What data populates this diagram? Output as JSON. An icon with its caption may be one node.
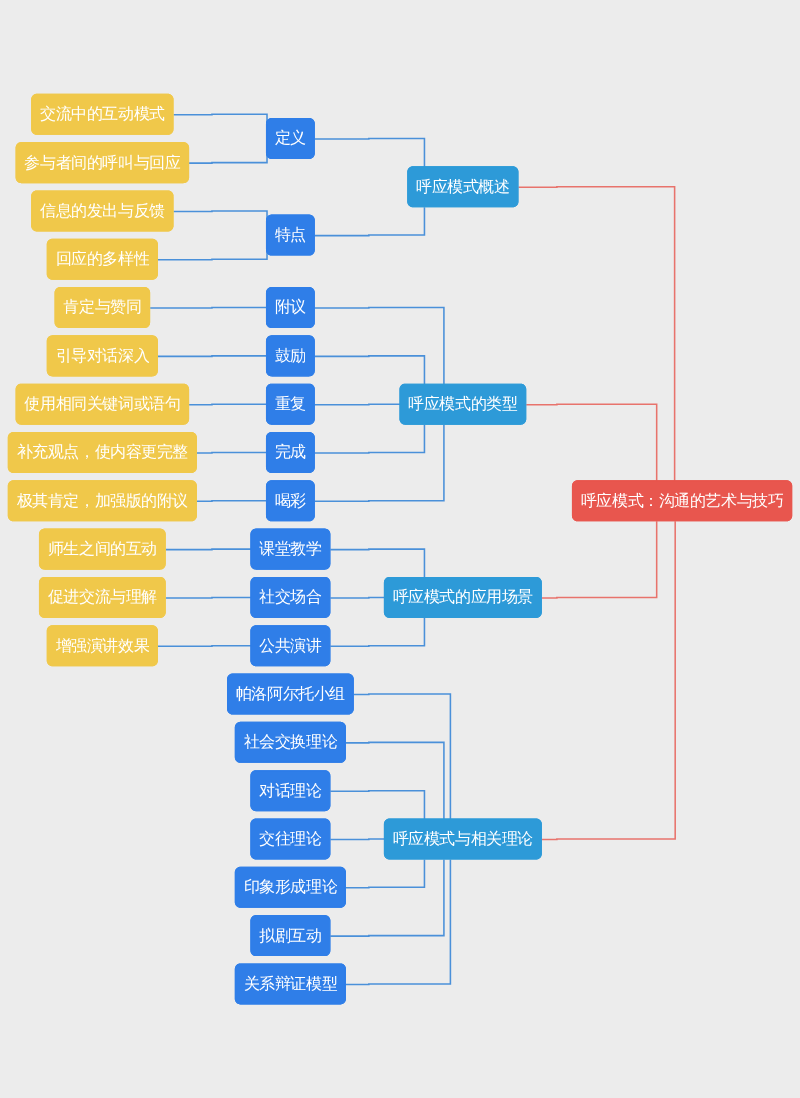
{
  "diagram": {
    "nodes": [
      {
        "text": [
          "呼应模式：沟通的艺术与技巧"
        ]
      },
      {
        "text": [
          "呼应模式概述"
        ]
      },
      {
        "text": [
          "定义"
        ]
      },
      {
        "text": [
          "交流中的互动模式"
        ]
      },
      {
        "text": [
          "参与者间的呼叫与回应"
        ]
      },
      {
        "text": [
          "特点"
        ]
      },
      {
        "text": [
          "信息的发出与反馈"
        ]
      },
      {
        "text": [
          "回应的多样性"
        ]
      },
      {
        "text": [
          "呼应模式的类型"
        ]
      },
      {
        "text": [
          "附议"
        ]
      },
      {
        "text": [
          "肯定与赞同"
        ]
      },
      {
        "text": [
          "鼓励"
        ]
      },
      {
        "text": [
          "引导对话深入"
        ]
      },
      {
        "text": [
          "重复"
        ]
      },
      {
        "text": [
          "使用相同关键词或语句"
        ]
      },
      {
        "text": [
          "完成"
        ]
      },
      {
        "text": [
          "补充观点，使内容更完整"
        ]
      },
      {
        "text": [
          "喝彩"
        ]
      },
      {
        "text": [
          "极其肯定，加强版的附议"
        ]
      },
      {
        "text": [
          "呼应模式的应用场景"
        ]
      },
      {
        "text": [
          "课堂教学"
        ]
      },
      {
        "text": [
          "师生之间的互动"
        ]
      },
      {
        "text": [
          "社交场合"
        ]
      },
      {
        "text": [
          "促进交流与理解"
        ]
      },
      {
        "text": [
          "公共演讲"
        ]
      },
      {
        "text": [
          "增强演讲效果"
        ]
      },
      {
        "text": [
          "呼应模式与相关理论"
        ]
      },
      {
        "text": [
          "帕洛阿尔托小组"
        ]
      },
      {
        "text": [
          "社会交换理论"
        ]
      },
      {
        "text": [
          "对话理论"
        ]
      },
      {
        "text": [
          "交往理论"
        ]
      },
      {
        "text": [
          "印象形成理论"
        ]
      },
      {
        "text": [
          "拟剧互动"
        ]
      },
      {
        "text": [
          "关系辩证模型"
        ]
      }
    ],
    "edges": [
      {
        "from": 0,
        "to": 1,
        "arrow": "none",
        "color": "#e8736c"
      },
      {
        "from": 1,
        "to": 2,
        "arrow": "none"
      },
      {
        "from": 2,
        "to": 3,
        "arrow": "none"
      },
      {
        "from": 2,
        "to": 4,
        "arrow": "none"
      },
      {
        "from": 1,
        "to": 5,
        "arrow": "none"
      },
      {
        "from": 5,
        "to": 6,
        "arrow": "none"
      },
      {
        "from": 5,
        "to": 7,
        "arrow": "none"
      },
      {
        "from": 0,
        "to": 8,
        "arrow": "none",
        "color": "#e8736c"
      },
      {
        "from": 8,
        "to": 9,
        "arrow": "none"
      },
      {
        "from": 9,
        "to": 10,
        "arrow": "none"
      },
      {
        "from": 8,
        "to": 11,
        "arrow": "none"
      },
      {
        "from": 11,
        "to": 12,
        "arrow": "none"
      },
      {
        "from": 8,
        "to": 13,
        "arrow": "none"
      },
      {
        "from": 13,
        "to": 14,
        "arrow": "none"
      },
      {
        "from": 8,
        "to": 15,
        "arrow": "none"
      },
      {
        "from": 15,
        "to": 16,
        "arrow": "none"
      },
      {
        "from": 8,
        "to": 17,
        "arrow": "none"
      },
      {
        "from": 17,
        "to": 18,
        "arrow": "none"
      },
      {
        "from": 0,
        "to": 19,
        "arrow": "none",
        "color": "#e8736c"
      },
      {
        "from": 19,
        "to": 20,
        "arrow": "none"
      },
      {
        "from": 20,
        "to": 21,
        "arrow": "none"
      },
      {
        "from": 19,
        "to": 22,
        "arrow": "none"
      },
      {
        "from": 22,
        "to": 23,
        "arrow": "none"
      },
      {
        "from": 19,
        "to": 24,
        "arrow": "none"
      },
      {
        "from": 24,
        "to": 25,
        "arrow": "none"
      },
      {
        "from": 0,
        "to": 26,
        "arrow": "none",
        "color": "#e8736c"
      },
      {
        "from": 26,
        "to": 27,
        "arrow": "none"
      },
      {
        "from": 26,
        "to": 28,
        "arrow": "none"
      },
      {
        "from": 26,
        "to": 29,
        "arrow": "none"
      },
      {
        "from": 26,
        "to": 30,
        "arrow": "none"
      },
      {
        "from": 26,
        "to": 31,
        "arrow": "none"
      },
      {
        "from": 26,
        "to": 32,
        "arrow": "none"
      },
      {
        "from": 26,
        "to": 33,
        "arrow": "none"
      }
    ]
  }
}
